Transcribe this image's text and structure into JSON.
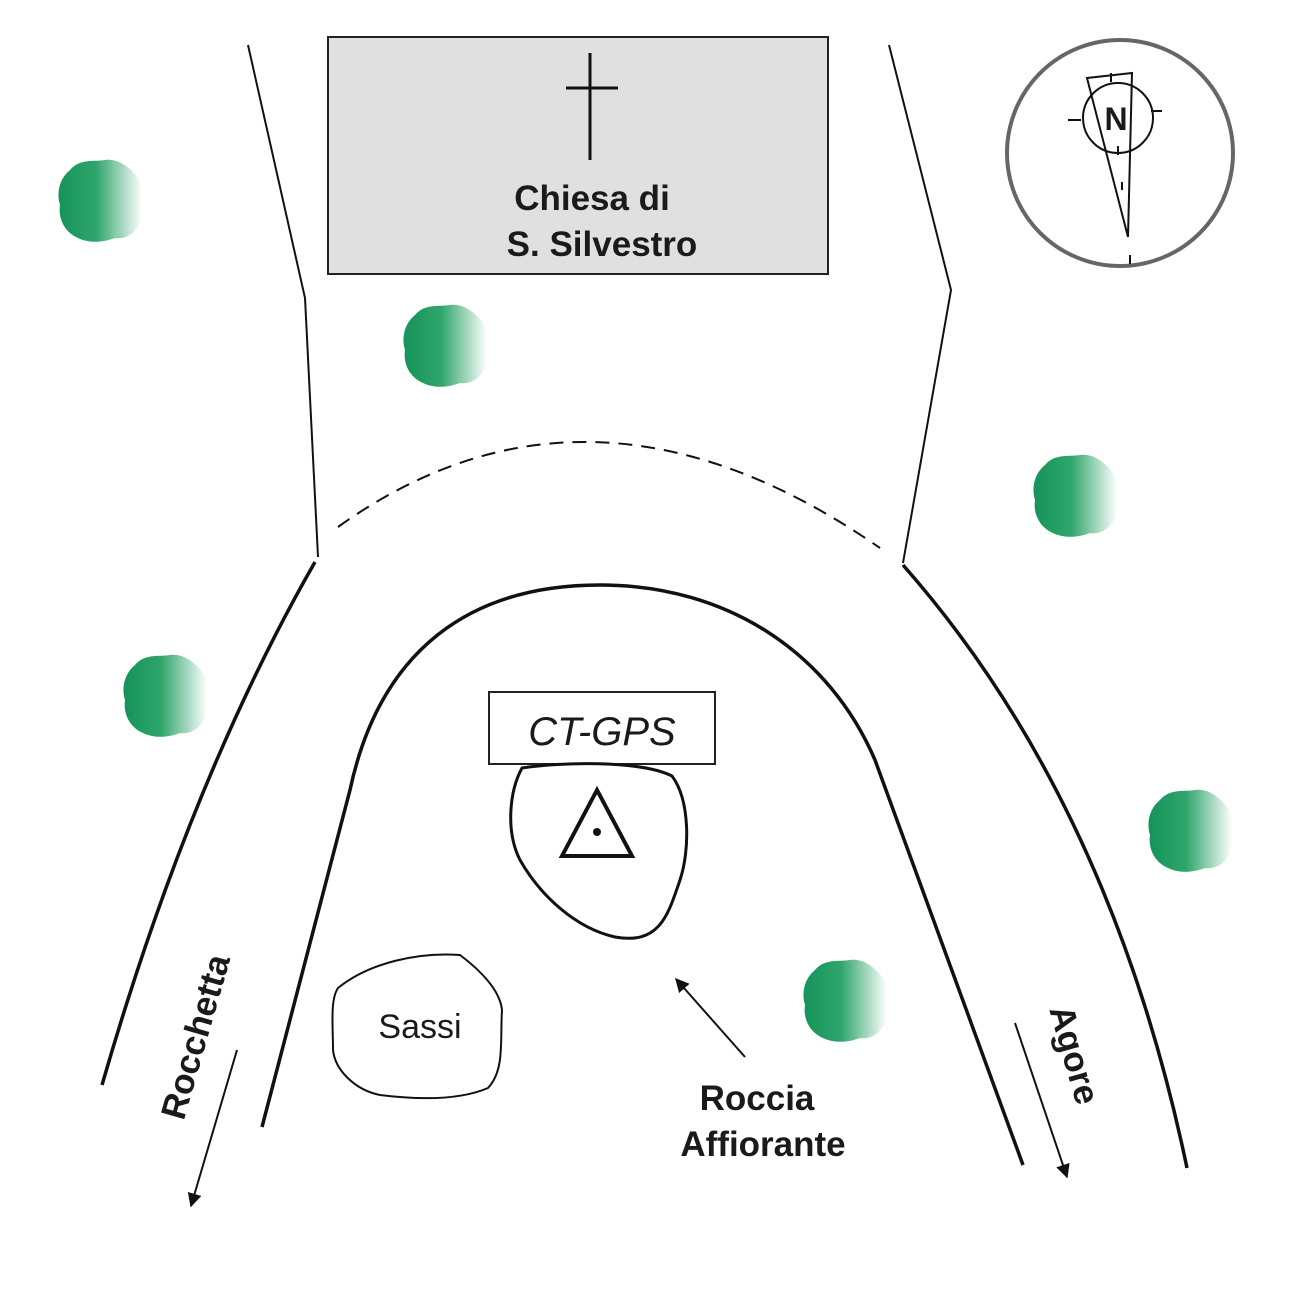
{
  "church": {
    "line1": "Chiesa di",
    "line2": "S. Silvestro"
  },
  "station": {
    "label": "CT-GPS"
  },
  "rocks": {
    "label": "Sassi"
  },
  "outcrop": {
    "line1": "Roccia",
    "line2": "Affiorante"
  },
  "rivers": {
    "left": "Rocchetta",
    "right": "Agore"
  },
  "compass": {
    "north": "N"
  },
  "colors": {
    "tree": "#15935a",
    "church_fill": "#e0e0e0"
  }
}
